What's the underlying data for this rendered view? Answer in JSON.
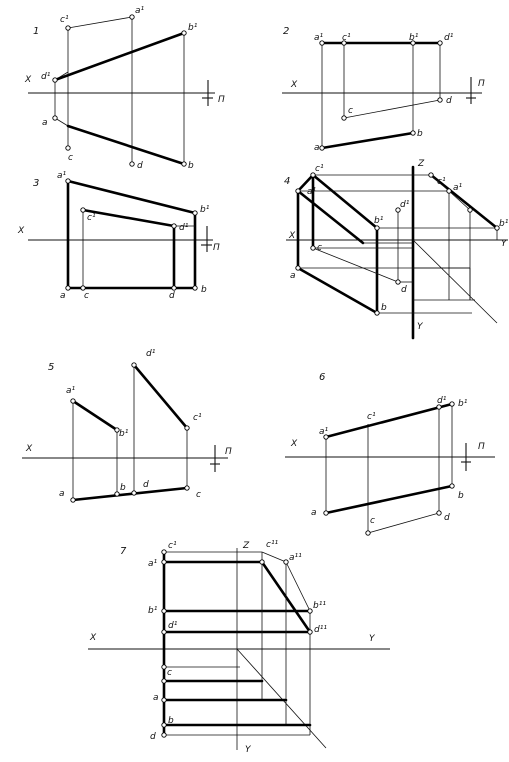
{
  "figures": [
    {
      "number": "1",
      "labels": [
        "c¹",
        "a¹",
        "b¹",
        "d¹",
        "X",
        "П",
        "a",
        "c",
        "d",
        "b"
      ]
    },
    {
      "number": "2",
      "labels": [
        "a¹",
        "c¹",
        "b¹",
        "d¹",
        "X",
        "П",
        "c",
        "d",
        "a",
        "b"
      ]
    },
    {
      "number": "3",
      "labels": [
        "a¹",
        "c¹",
        "b¹",
        "d¹",
        "X",
        "П",
        "a",
        "c",
        "d",
        "b"
      ]
    },
    {
      "number": "4",
      "labels": [
        "c¹",
        "Z",
        "c¹",
        "a¹",
        "a¹",
        "d¹",
        "b¹",
        "b¹",
        "X",
        "c",
        "Y",
        "a",
        "d",
        "b",
        "Y"
      ]
    },
    {
      "number": "5",
      "labels": [
        "d¹",
        "a¹",
        "b¹",
        "c¹",
        "X",
        "П",
        "a",
        "b",
        "d",
        "c"
      ]
    },
    {
      "number": "6",
      "labels": [
        "a¹",
        "c¹",
        "d¹",
        "b¹",
        "X",
        "П",
        "b",
        "a",
        "c",
        "d"
      ]
    },
    {
      "number": "7",
      "labels": [
        "c¹",
        "Z",
        "c¹¹",
        "a¹¹",
        "a¹",
        "b¹",
        "b¹¹",
        "d¹",
        "d¹¹",
        "X",
        "Y",
        "c",
        "a",
        "b",
        "d",
        "Y"
      ]
    }
  ]
}
